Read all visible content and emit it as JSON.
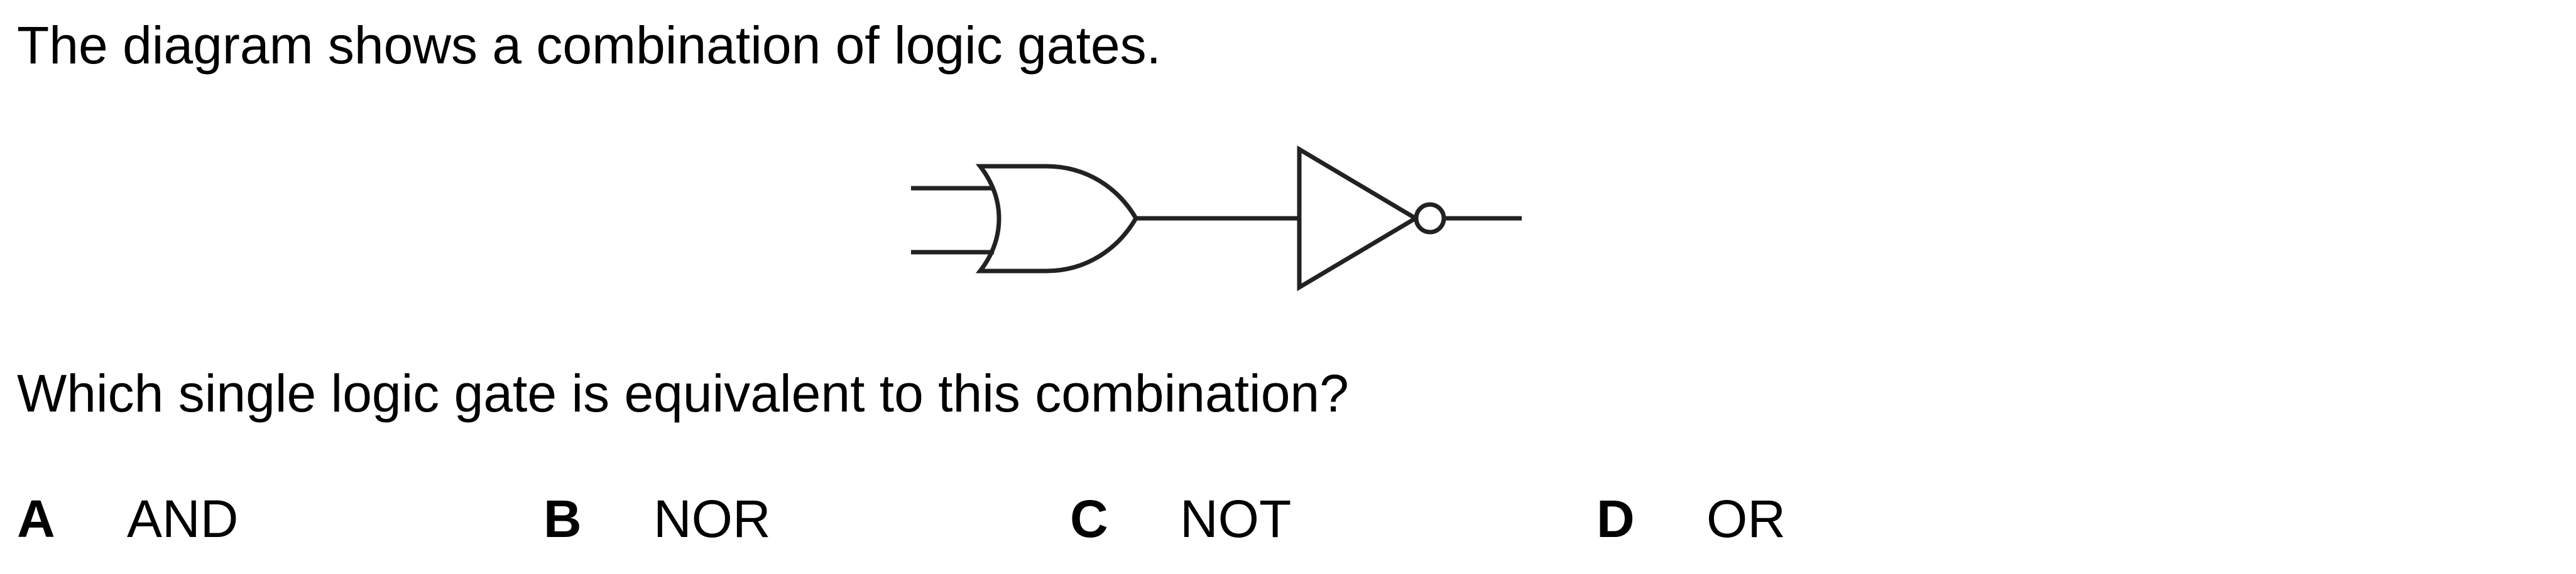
{
  "intro_text": "The diagram shows a combination of logic gates.",
  "question_text": "Which single logic gate is equivalent to this combination?",
  "options": [
    {
      "letter": "A",
      "text": "AND"
    },
    {
      "letter": "B",
      "text": "NOR"
    },
    {
      "letter": "C",
      "text": "NOT"
    },
    {
      "letter": "D",
      "text": "OR"
    }
  ],
  "diagram": {
    "gates": [
      "or-gate",
      "not-gate"
    ]
  }
}
